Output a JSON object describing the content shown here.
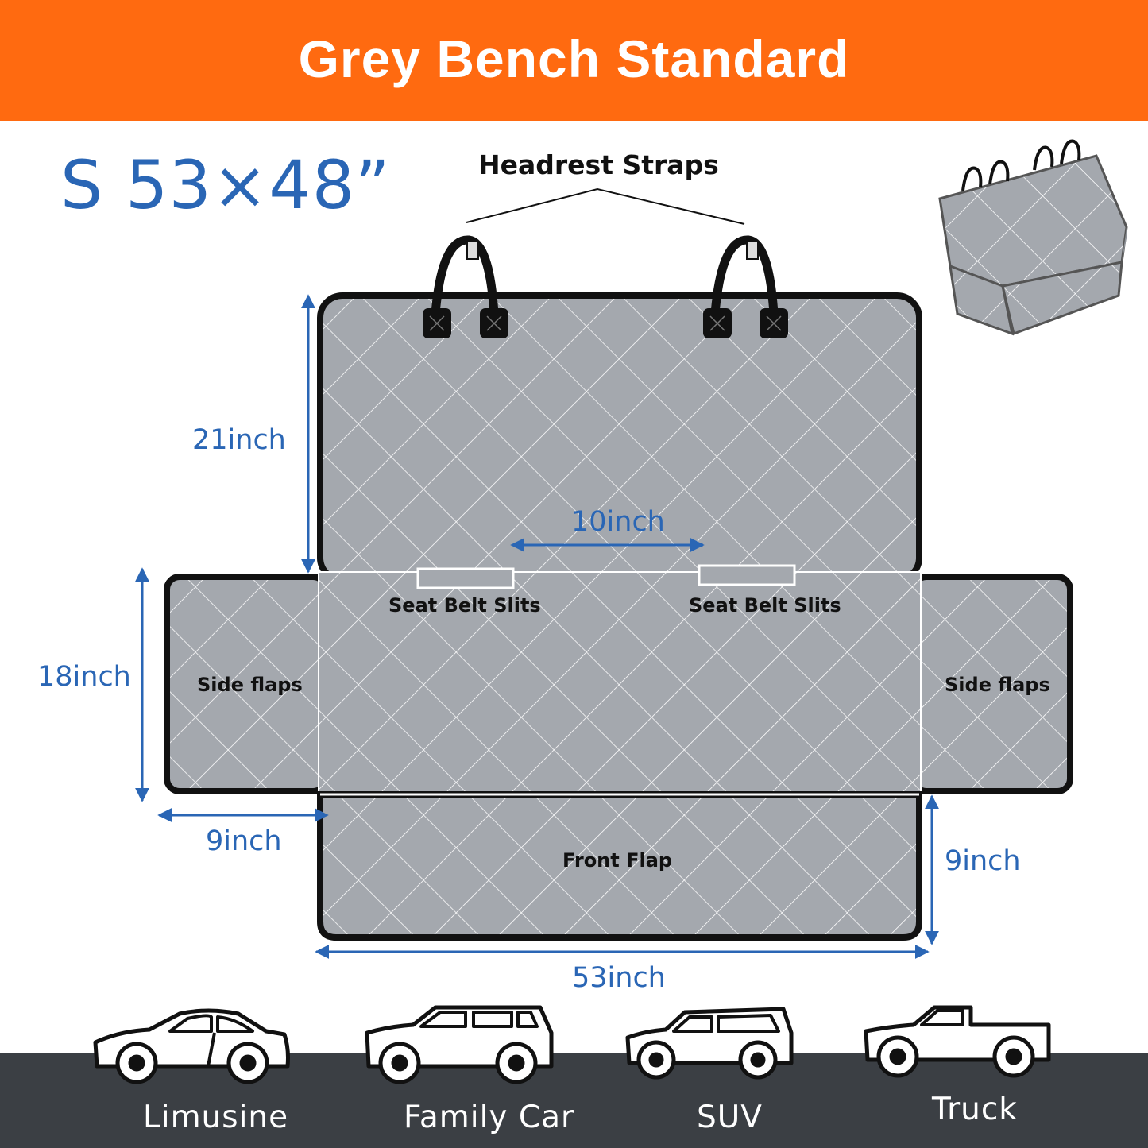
{
  "banner": {
    "title": "Grey Bench Standard",
    "color": "#ff6a10"
  },
  "size": {
    "label": "S 53×48”"
  },
  "parts": {
    "headrest_straps": "Headrest Straps",
    "seat_belt_slits_left": "Seat Belt Slits",
    "seat_belt_slits_right": "Seat Belt Slits",
    "side_flaps_left": "Side flaps",
    "side_flaps_right": "Side flaps",
    "front_flap": "Front Flap"
  },
  "dimensions": {
    "back_height": "21inch",
    "slit_gap": "10inch",
    "side_flap_height": "18inch",
    "side_flap_width": "9inch",
    "front_flap_height": "9inch",
    "total_width": "53inch"
  },
  "vehicles": [
    {
      "label": "Limusine",
      "icon": "sedan-icon"
    },
    {
      "label": "Family Car",
      "icon": "station-wagon-icon"
    },
    {
      "label": "SUV",
      "icon": "suv-icon"
    },
    {
      "label": "Truck",
      "icon": "pickup-truck-icon"
    }
  ],
  "colors": {
    "accent": "#2a66b5",
    "fabric": "#a4a8ae",
    "footer": "#3b3f44"
  }
}
